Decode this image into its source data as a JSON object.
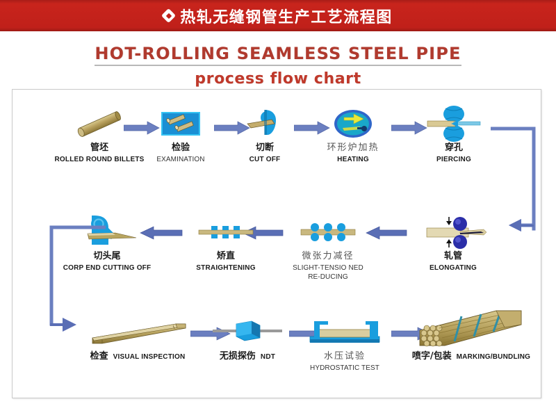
{
  "banner": {
    "icon": "diamond-ring-icon",
    "title": "热轧无缝钢管生产工艺流程图"
  },
  "headings": {
    "line1": "HOT-ROLLING SEAMLESS STEEL PIPE",
    "line2": "process flow chart"
  },
  "colors": {
    "banner_red": "#c0201a",
    "heading_red": "#b03a2e",
    "arrow_blue": "#6b7fc0",
    "arrow_blue_dark": "#5a6eb5",
    "icon_blue": "#1a9ede",
    "icon_steel": "#b9a15f",
    "frame_gray": "#c9c9c9"
  },
  "flow": {
    "steps": [
      {
        "id": "rolled-round-billets",
        "cn": "管坯",
        "en": "ROLLED ROUND BILLETS",
        "icon": "billet-bar-icon",
        "row": 1
      },
      {
        "id": "examination",
        "cn": "检验",
        "en": "EXAMINATION",
        "icon": "inspection-box-icon",
        "row": 1
      },
      {
        "id": "cut-off",
        "cn": "切断",
        "en": "CUT OFF",
        "icon": "cutting-saw-icon",
        "row": 1
      },
      {
        "id": "heating",
        "cn": "环形炉加热",
        "en": "HEATING",
        "icon": "ring-furnace-icon",
        "row": 1
      },
      {
        "id": "piercing",
        "cn": "穿孔",
        "en": "PIERCING",
        "icon": "piercing-rolls-icon",
        "row": 1
      },
      {
        "id": "elongating",
        "cn": "轧管",
        "en": "ELONGATING",
        "icon": "elongating-mill-icon",
        "row": 2
      },
      {
        "id": "slight-tensioned-reducing",
        "cn": "微张力减径",
        "en": "SLIGHT-TENSIO NED RE-DUCING",
        "en_l1": "SLIGHT-TENSIO NED",
        "en_l2": "RE-DUCING",
        "icon": "reducing-mill-icon",
        "row": 2
      },
      {
        "id": "straightening",
        "cn": "矫直",
        "en": "STRAIGHTENING",
        "icon": "straightening-mill-icon",
        "row": 2
      },
      {
        "id": "corp-end-cutting-off",
        "cn": "切头尾",
        "en": "CORP END CUTTING OFF",
        "icon": "end-cutter-icon",
        "row": 2
      },
      {
        "id": "visual-inspection",
        "cn": "检查",
        "en": "VISUAL INSPECTION",
        "icon": "stacked-pipes-icon",
        "row": 3
      },
      {
        "id": "ndt",
        "cn": "无损探伤",
        "en": "NDT",
        "icon": "ndt-probe-icon",
        "row": 3
      },
      {
        "id": "hydrostatic-test",
        "cn": "水压试验",
        "en": "HYDROSTATIC TEST",
        "icon": "hydro-press-icon",
        "row": 3
      },
      {
        "id": "marking-bundling",
        "cn": "喷字/包装",
        "en": "MARKING/BUNDLING",
        "icon": "pipe-bundle-icon",
        "row": 3
      }
    ],
    "connectors": [
      {
        "id": "row1-to-row2",
        "from": "piercing",
        "to": "elongating",
        "shape": "right-down-left"
      },
      {
        "id": "row2-to-row3",
        "from": "corp-end-cutting-off",
        "to": "visual-inspection",
        "shape": "left-down-right"
      }
    ],
    "row1_direction": "left-to-right",
    "row2_direction": "right-to-left",
    "row3_direction": "left-to-right"
  }
}
